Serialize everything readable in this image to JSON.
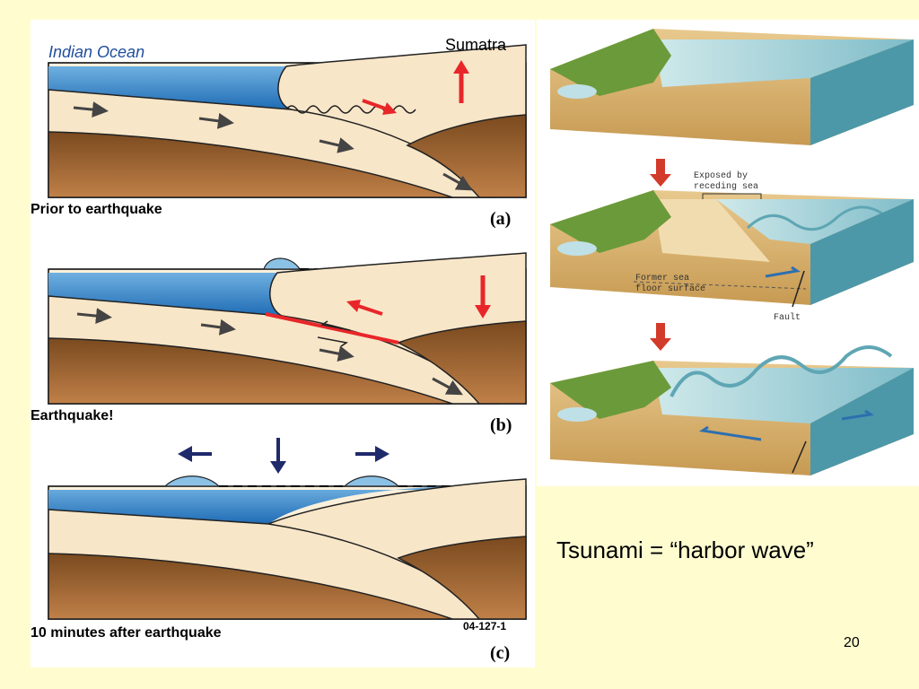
{
  "left_figure": {
    "ocean_label": "Indian Ocean",
    "land_label": "Sumatra",
    "panels": [
      {
        "caption": "Prior to earthquake",
        "letter": "(a)"
      },
      {
        "caption": "Earthquake!",
        "letter": "(b)"
      },
      {
        "caption": "10 minutes after earthquake",
        "letter": "(c)",
        "figure_code": "04-127-1"
      }
    ]
  },
  "right_figure": {
    "label_exposed": [
      "Exposed by",
      "receding sea"
    ],
    "label_former": [
      "Former sea",
      "floor surface"
    ],
    "label_fault": "Fault"
  },
  "caption": "Tsunami = “harbor wave”",
  "page_number": "20",
  "colors": {
    "ocean": "#2f7fc3",
    "plate": "#f8e6c8",
    "mantle": "#8a5a2b",
    "red_arrow": "#e8262a",
    "navy_arrow": "#1f2a6b"
  }
}
